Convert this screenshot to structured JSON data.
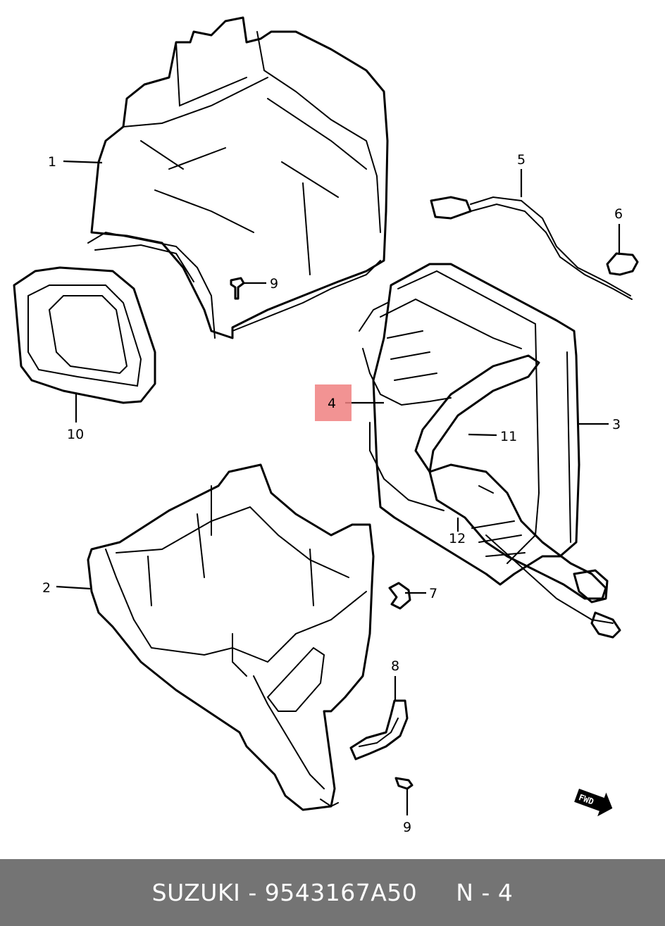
{
  "callouts": {
    "c1": "1",
    "c2": "2",
    "c3": "3",
    "c4": "4",
    "c5": "5",
    "c6": "6",
    "c7": "7",
    "c8": "8",
    "c9a": "9",
    "c9b": "9",
    "c10": "10",
    "c11": "11",
    "c12": "12"
  },
  "fwd_marker": "FWD",
  "highlighted_callout": "4",
  "highlight_color": "#f08080",
  "footer": {
    "brand": "SUZUKI",
    "separator": "-",
    "part_number": "9543167A50",
    "ref": "N - 4"
  },
  "footer_color": "#747474"
}
